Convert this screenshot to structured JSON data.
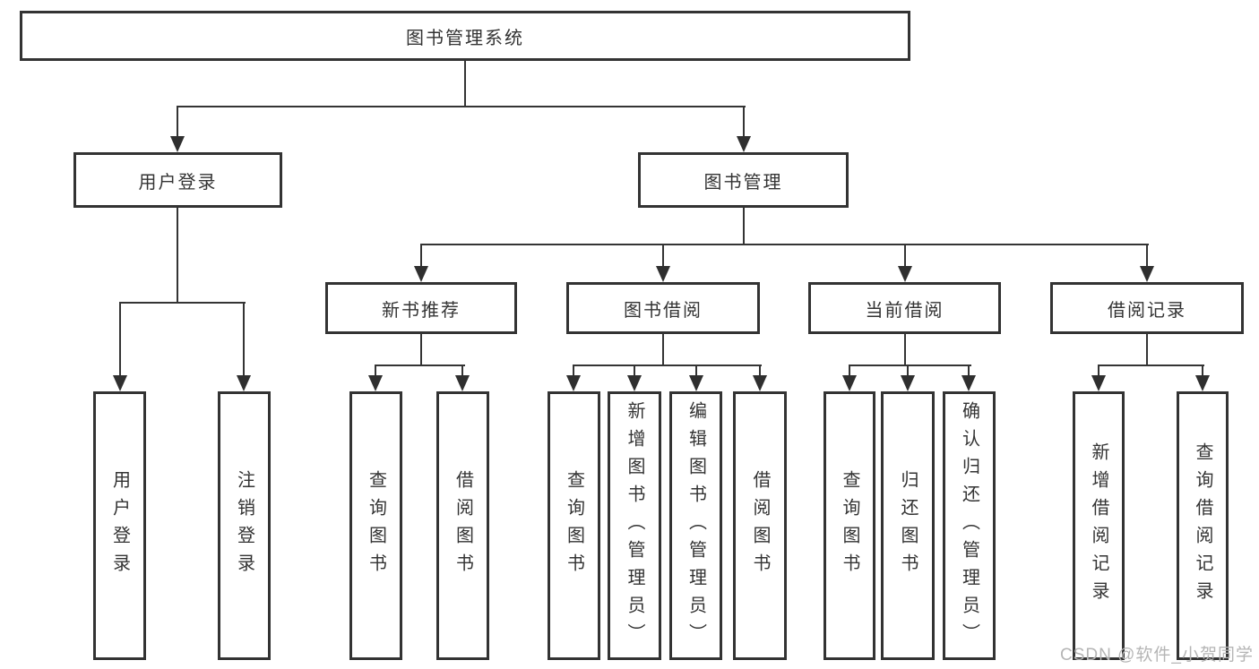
{
  "diagram": {
    "root": {
      "label": "图书管理系统"
    },
    "level2": [
      {
        "label": "用户登录"
      },
      {
        "label": "图书管理"
      }
    ],
    "level3": [
      {
        "label": "新书推荐"
      },
      {
        "label": "图书借阅"
      },
      {
        "label": "当前借阅"
      },
      {
        "label": "借阅记录"
      }
    ],
    "leaves": [
      {
        "label": "用户登录"
      },
      {
        "label": "注销登录"
      },
      {
        "label": "查询图书"
      },
      {
        "label": "借阅图书"
      },
      {
        "label": "查询图书"
      },
      {
        "label": "新增图书（管理员）"
      },
      {
        "label": "编辑图书（管理员）"
      },
      {
        "label": "借阅图书"
      },
      {
        "label": "查询图书"
      },
      {
        "label": "归还图书"
      },
      {
        "label": "确认归还（管理员）"
      },
      {
        "label": "新增借阅记录"
      },
      {
        "label": "查询借阅记录"
      }
    ]
  },
  "watermark": {
    "text": "CSDN @软件_小贺同学"
  },
  "colors": {
    "line": "#343434",
    "border": "#333333",
    "text": "#333333",
    "watermark": "#b5b5b5",
    "background": "#ffffff"
  }
}
